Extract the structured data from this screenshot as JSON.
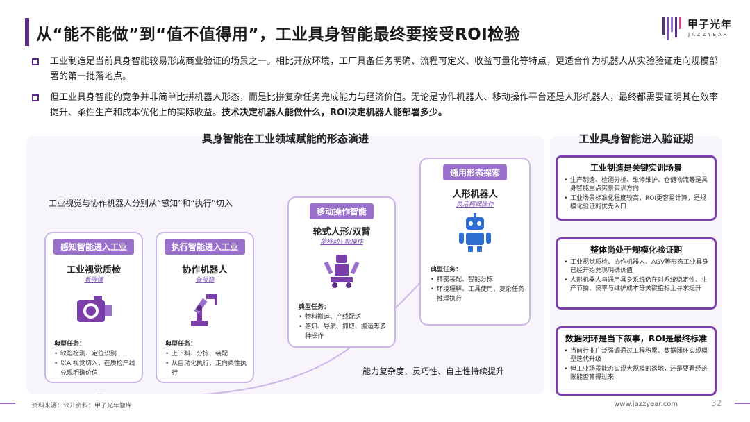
{
  "header": {
    "title": "从“能不能做”到“值不值得用”，工业具身智能最终要接受ROI检验"
  },
  "brand": {
    "name_cn": "甲子光年",
    "name_en": "JAZZYEAR",
    "accent_color": "#5b2d82",
    "light_accent_color": "#9b6fcc"
  },
  "bullets": [
    {
      "text": "工业制造是当前具身智能较易形成商业验证的场景之一。相比开放环境，工厂具备任务明确、流程可定义、收益可量化等特点，更适合作为机器人从实验验证走向规模部署的第一批落地点。"
    },
    {
      "text": "但工业具身智能的竞争并非简单比拼机器人形态，而是比拼复杂任务完成能力与经济价值。无论是协作机器人、移动操作平台还是人形机器人，最终都需要证明其在效率提升、柔性生产和成本优化上的实际收益。",
      "bold": "技术决定机器人能做什么，ROI决定机器人能部署多少。"
    }
  ],
  "evolution": {
    "title": "具身智能在工业领域赋能的形态演进",
    "intro": "工业视觉与协作机器人分别从“感知”和“执行”切入",
    "progress_label": "能力复杂度、灵巧性、自主性持续提升",
    "cards": [
      {
        "header": "感知智能进入工业",
        "name": "工业视觉质检",
        "sub": "看得懂",
        "icon": "camera-icon",
        "task_label": "典型任务：",
        "tasks": [
          "缺陷检测、定位识别",
          "以AI视觉切入，在质检产线兑现明确价值"
        ]
      },
      {
        "header": "执行智能进入工业",
        "name": "协作机器人",
        "sub": "做得稳",
        "icon": "robot-arm-icon",
        "task_label": "典型任务：",
        "tasks": [
          "上下料、分拣、装配",
          "从自动化执行，走向柔性执行"
        ]
      },
      {
        "header": "移动操作智能",
        "name": "轮式人形/双臂",
        "sub": "能移动+能操作",
        "icon": "mobile-manipulator-icon",
        "task_label": "典型任务：",
        "tasks": [
          "物料搬运、产线配送",
          "感知、导航、抓取、搬运等多种操作"
        ]
      },
      {
        "header": "通用形态探索",
        "name": "人形机器人",
        "sub": "灵活精细操作",
        "icon": "humanoid-robot-icon",
        "task_label": "典型任务：",
        "tasks": [
          "精密装配、智能分拣",
          "环境理解、工具使用、复杂任务推理执行"
        ]
      }
    ]
  },
  "verification": {
    "title": "工业具身智能进入验证期",
    "boxes": [
      {
        "heading": "工业制造是关键实训场景",
        "items": [
          "生产制造、检测分析、维修维护、仓储物流等是具身智能重点实景实训方向",
          "工业场景标准化程度较高，ROI更容易计算，是规模化验证的优先入口"
        ]
      },
      {
        "heading": "整体尚处于规模化验证期",
        "items": [
          "工业视觉质检、协作机器人、AGV等形态工业具身已经开始兑现明确价值",
          "人形机器人与通用具身系统仍在对系统稳定性、生产节拍、良率与维护成本等关键指标上寻求提升"
        ]
      },
      {
        "heading": "数据闭环是当下叙事，ROI是最终标准",
        "items": [
          "当前行业广泛强调通过工程积累、数据闭环实现模型迭代升级",
          "但工业场景能否实现大规模的落地，还是要看经济账能否算得过来"
        ]
      }
    ]
  },
  "footer": {
    "source": "资料来源：公开资料；甲子光年智库",
    "website": "www.jazzyear.com",
    "page": "32"
  }
}
